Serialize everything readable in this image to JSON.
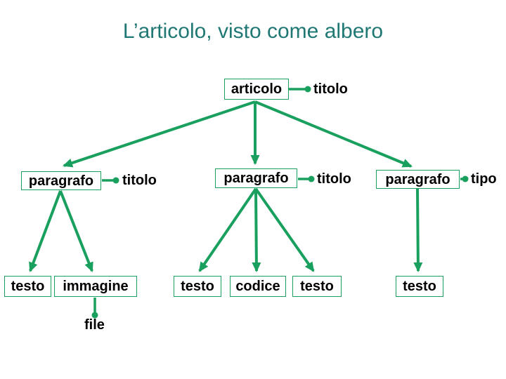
{
  "slide": {
    "title": "L’articolo, visto come albero"
  },
  "colors": {
    "title": "#1F7873",
    "tree": "#1AA05E",
    "node_text": "#000000",
    "background": "#FFFFFF"
  },
  "tree": {
    "root": {
      "label": "articolo",
      "attribute": "titolo"
    },
    "level2": [
      {
        "label": "paragrafo",
        "attribute": "titolo"
      },
      {
        "label": "paragrafo",
        "attribute": "titolo"
      },
      {
        "label": "paragrafo",
        "attribute": "tipo"
      }
    ],
    "level3": [
      {
        "label": "testo"
      },
      {
        "label": "immagine",
        "attribute": "file"
      },
      {
        "label": "testo"
      },
      {
        "label": "codice"
      },
      {
        "label": "testo"
      },
      {
        "label": "testo"
      }
    ]
  }
}
